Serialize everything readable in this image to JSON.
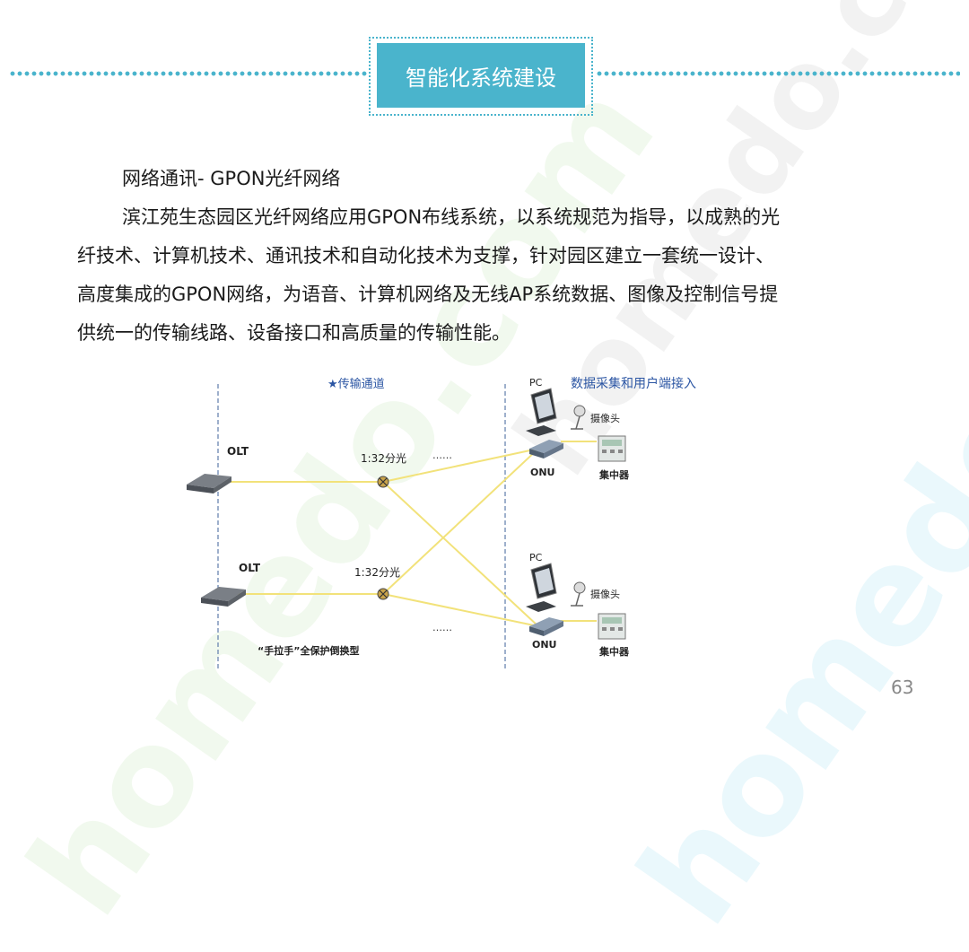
{
  "header": {
    "title": "智能化系统建设"
  },
  "content": {
    "subtitle": "网络通讯- GPON光纤网络",
    "paragraph_lines": [
      "滨江苑生态园区光纤网络应用GPON布线系统，以系统规范为指导，以成熟的光",
      "纤技术、计算机技术、通讯技术和自动化技术为支撑，针对园区建立一套统一设计、",
      "高度集成的GPON网络，为语音、计算机网络及无线AP系统数据、图像及控制信号提",
      "供统一的传输线路、设备接口和高质量的传输性能。"
    ]
  },
  "diagram": {
    "heading_left": "★传输通道",
    "heading_right": "数据采集和用户端接入",
    "olt_top": "OLT",
    "olt_bottom": "OLT",
    "splitter_top": "1:32分光",
    "splitter_bottom": "1:32分光",
    "ellipsis_top": "……",
    "ellipsis_bottom": "……",
    "pc_top": "PC",
    "pc_bottom": "PC",
    "camera_top": "摄像头",
    "camera_bottom": "摄像头",
    "onu_top": "ONU",
    "onu_bottom": "ONU",
    "concentrator_top": "集中器",
    "concentrator_bottom": "集中器",
    "caption": "“手拉手”全保护倒换型"
  },
  "watermark": "homedo.com",
  "footer": {
    "page_number": "63"
  },
  "colors": {
    "accent": "#4ab4cc",
    "fiber": "#f2e27a",
    "diagram_text": "#2b55a3"
  }
}
